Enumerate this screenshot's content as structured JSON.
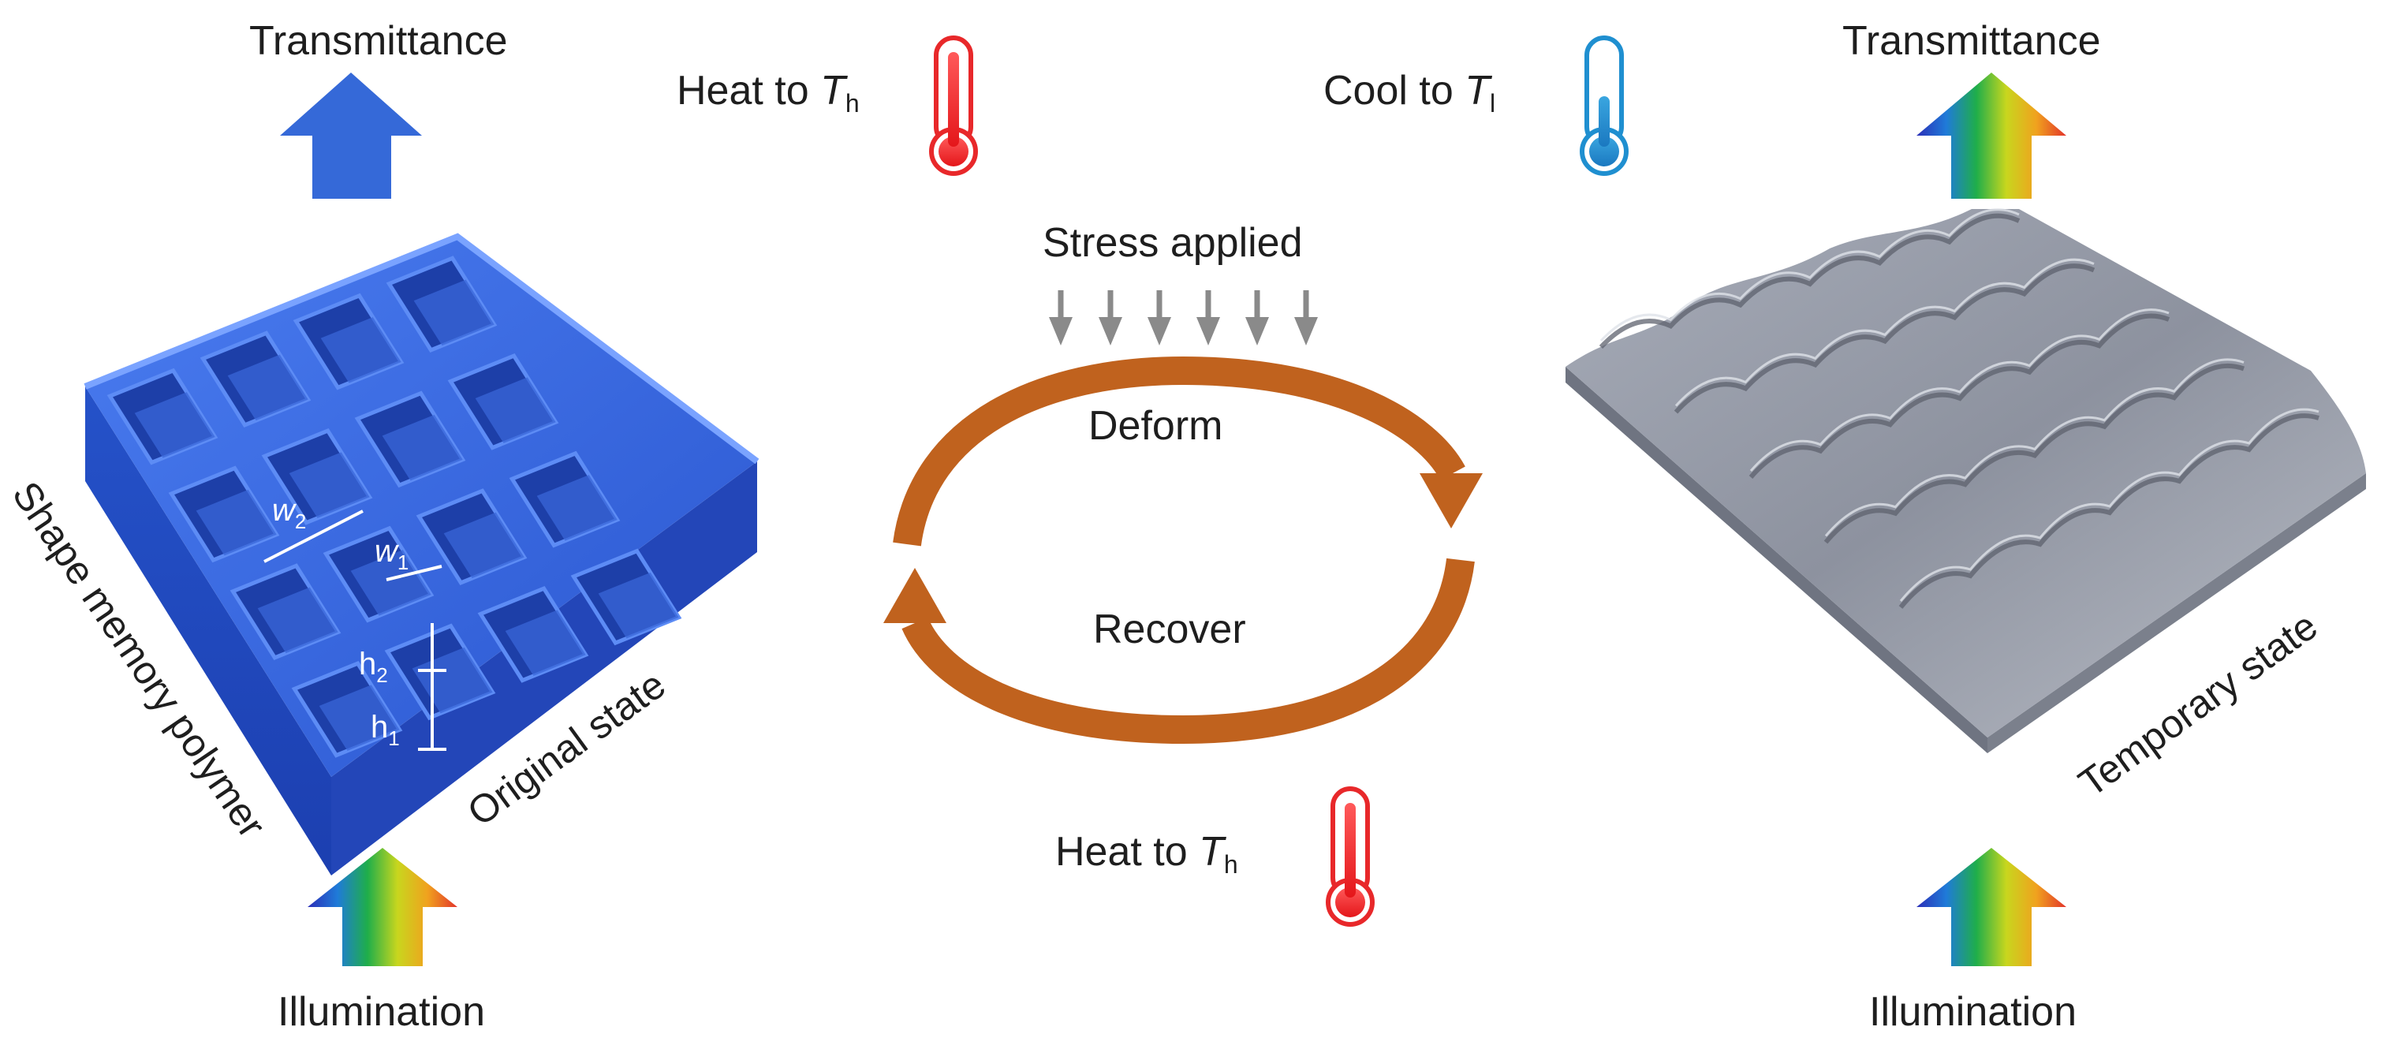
{
  "left": {
    "transmittance": "Transmittance",
    "illumination": "Illumination",
    "material_label": "Shape memory polymer",
    "state_label": "Original state",
    "dims": {
      "w2": "w",
      "w2_sub": "2",
      "w1": "w",
      "w1_sub": "1",
      "h2": "h",
      "h2_sub": "2",
      "h1": "h",
      "h1_sub": "1"
    }
  },
  "right": {
    "transmittance": "Transmittance",
    "illumination": "Illumination",
    "state_label": "Temporary state"
  },
  "center": {
    "heat_top": {
      "text": "Heat to ",
      "var": "T",
      "sub": "h"
    },
    "cool_top": {
      "text": "Cool to ",
      "var": "T",
      "sub": "l"
    },
    "stress": "Stress applied",
    "deform": "Deform",
    "recover": "Recover",
    "heat_bottom": {
      "text": "Heat to ",
      "var": "T",
      "sub": "h"
    }
  },
  "colors": {
    "polymer_blue": "#2f5fd6",
    "cycle_orange": "#c0621e",
    "hot_red": "#e8282a",
    "cold_blue": "#1f8fd0",
    "temp_gray": "#8b909c"
  },
  "icons": {
    "thermometer_hot": "thermometer-icon",
    "thermometer_cold": "thermometer-icon",
    "arrow_up_blue": "arrow-up-icon",
    "arrow_up_rainbow": "arrow-up-icon",
    "arrow_down": "arrow-down-icon"
  }
}
